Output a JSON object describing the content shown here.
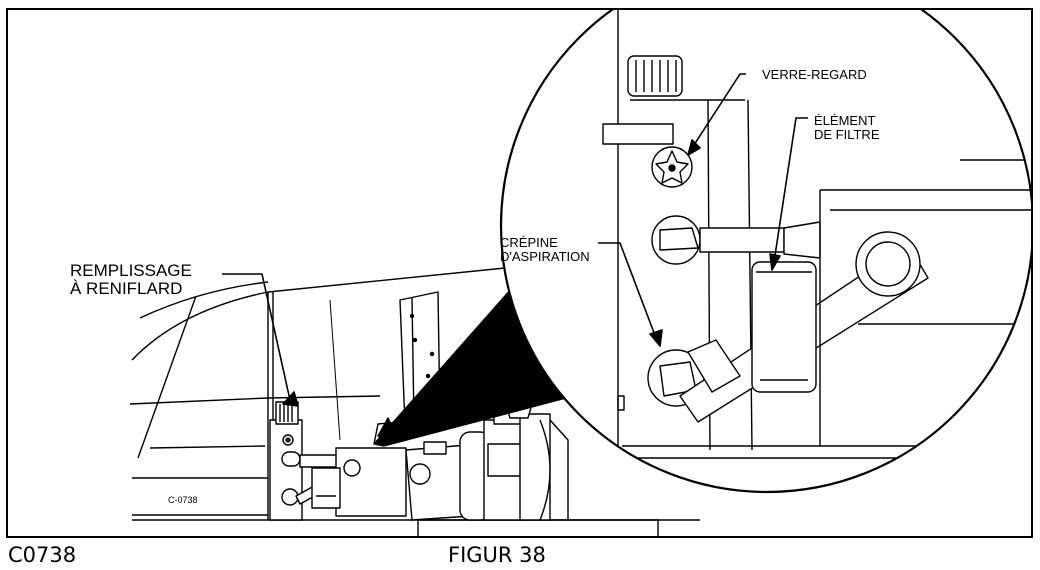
{
  "labels": {
    "breather_fill": "REMPLISSAGE\nÀ RENIFLARD",
    "sight_glass": "VERRE-REGARD",
    "filter_element": "ÉLÉMENT\nDE FILTRE",
    "suction_strainer": "CRÉPINE\nD'ASPIRATION",
    "drawing_code": "C-0738"
  },
  "footer": {
    "left": "C0738",
    "center": "FIGUR 38"
  }
}
